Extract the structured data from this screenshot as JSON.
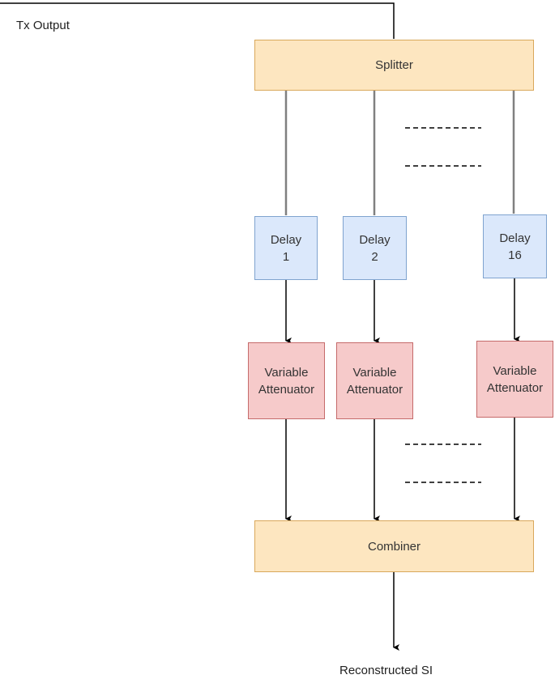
{
  "input_label": "Tx Output",
  "output_label": "Reconstructed SI",
  "splitter": {
    "label": "Splitter"
  },
  "combiner": {
    "label": "Combiner"
  },
  "delays": [
    {
      "line1": "Delay",
      "line2": "1"
    },
    {
      "line1": "Delay",
      "line2": "2"
    },
    {
      "line1": "Delay",
      "line2": "16"
    }
  ],
  "attenuators": [
    {
      "line1": "Variable",
      "line2": "Attenuator"
    },
    {
      "line1": "Variable",
      "line2": "Attenuator"
    },
    {
      "line1": "Variable",
      "line2": "Attenuator"
    }
  ],
  "colors": {
    "block_fill": "#fde6c0",
    "block_border": "#d9a85b",
    "delay_fill": "#dbe8fb",
    "delay_border": "#7fa3cf",
    "attenuator_fill": "#f6caca",
    "attenuator_border": "#c56a6a",
    "line": "#000000",
    "splitter_line": "#808080"
  }
}
